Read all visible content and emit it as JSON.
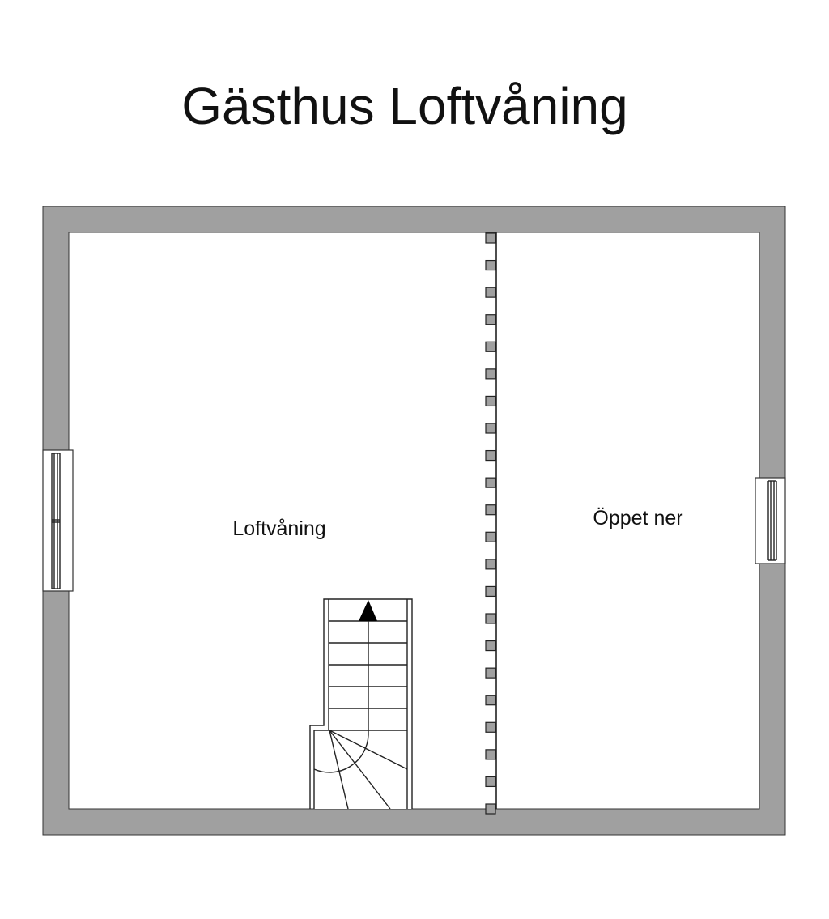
{
  "title": "Gästhus Loftvåning",
  "rooms": [
    {
      "name": "Loftvåning"
    },
    {
      "name": "Öppet ner"
    }
  ],
  "colors": {
    "wall": "#a0a0a0",
    "line": "#222222",
    "background": "#ffffff"
  },
  "railing_post_count": 22,
  "stair_direction": "up"
}
